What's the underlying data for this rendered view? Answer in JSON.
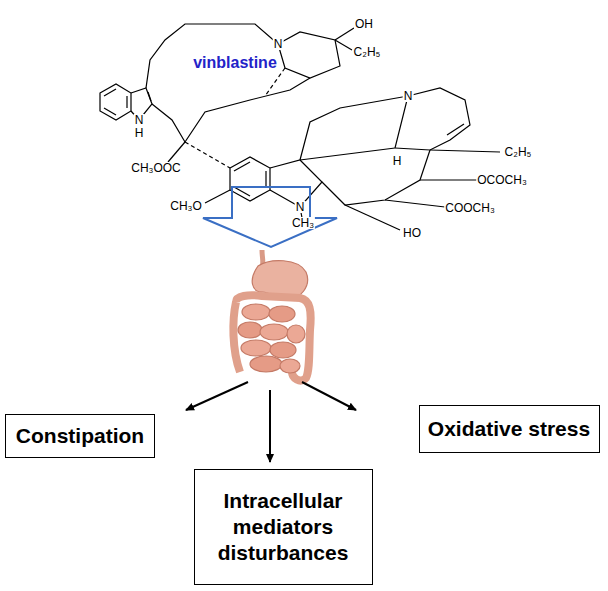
{
  "diagram": {
    "nodes": [
      {
        "text": [
          "Constipation"
        ]
      },
      {
        "text": [
          "Intracellular mediators disturbances"
        ]
      },
      {
        "text": [
          "Oxidative stress"
        ]
      }
    ],
    "labels": [
      "vinblastine",
      "N",
      "OH",
      "C₂H₅",
      "N",
      "H",
      "CH₃OOC",
      "CH₃O",
      "N",
      "CH₃",
      "HO",
      "COOCH₃",
      "N",
      "H",
      "C₂H₅",
      "OCOCH₃"
    ]
  }
}
